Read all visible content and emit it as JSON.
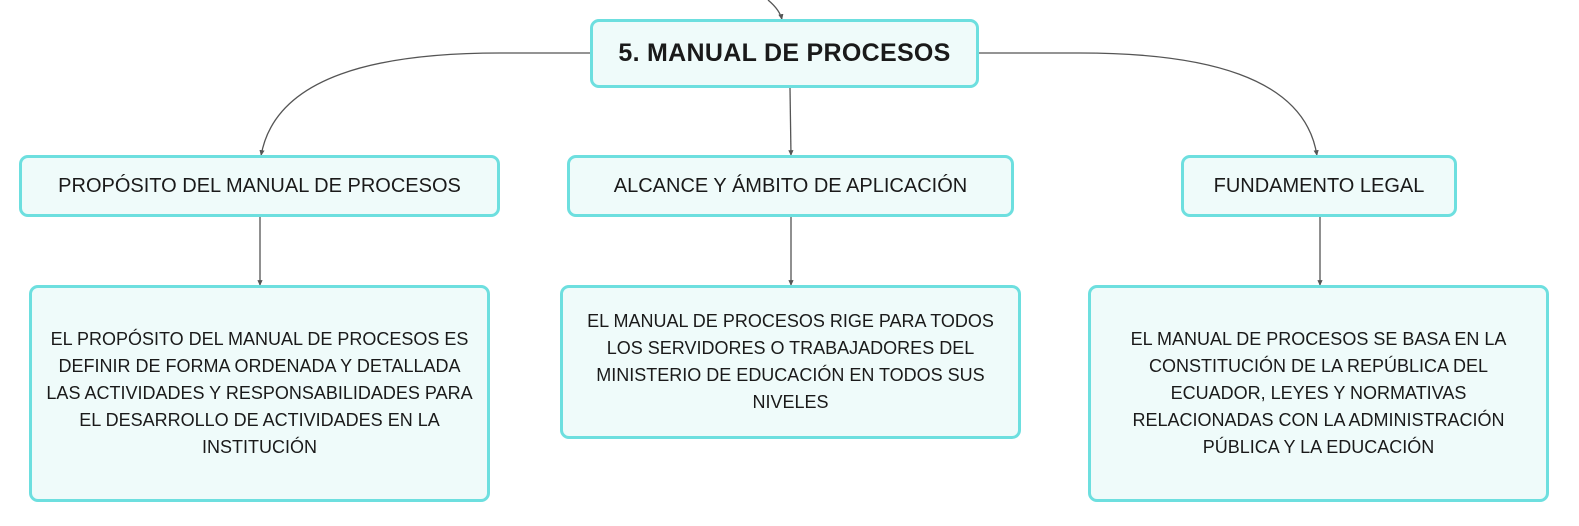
{
  "root": {
    "title": "5. MANUAL DE PROCESOS"
  },
  "topics": [
    {
      "title": "PROPÓSITO DEL MANUAL DE PROCESOS",
      "detail": "EL PROPÓSITO DEL MANUAL DE PROCESOS ES DEFINIR DE FORMA ORDENADA Y DETALLADA LAS ACTIVIDADES Y RESPONSABILIDADES PARA EL DESARROLLO DE ACTIVIDADES EN LA INSTITUCIÓN"
    },
    {
      "title": "ALCANCE Y ÁMBITO DE APLICACIÓN",
      "detail": "EL MANUAL DE PROCESOS RIGE PARA TODOS LOS SERVIDORES O TRABAJADORES DEL MINISTERIO DE EDUCACIÓN EN TODOS SUS NIVELES"
    },
    {
      "title": "FUNDAMENTO LEGAL",
      "detail": "EL MANUAL DE PROCESOS SE BASA EN LA CONSTITUCIÓN DE LA REPÚBLICA DEL ECUADOR, LEYES Y NORMATIVAS RELACIONADAS CON LA ADMINISTRACIÓN PÚBLICA Y LA EDUCACIÓN"
    }
  ],
  "colors": {
    "node_fill": "#effbfa",
    "node_border": "#6ddfdf",
    "connector": "#555555"
  }
}
